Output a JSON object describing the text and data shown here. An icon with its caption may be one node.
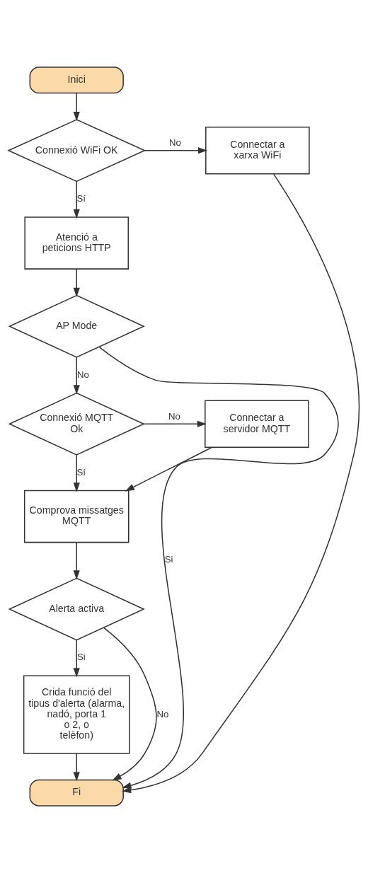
{
  "diagram": {
    "nodes": [
      {
        "text": [
          "Inici"
        ]
      },
      {
        "text": [
          "Connexió WiFi OK"
        ]
      },
      {
        "text": [
          "Connectar a xarxa WiFi"
        ]
      },
      {
        "text": [
          "Atenció a peticions HTTP"
        ]
      },
      {
        "text": [
          "AP Mode"
        ]
      },
      {
        "text": [
          "Connexió MQTT Ok"
        ]
      },
      {
        "text": [
          "Connectar a servidor MQTT"
        ]
      },
      {
        "text": [
          "Comprova missatges MQTT"
        ]
      },
      {
        "text": [
          "Alerta activa"
        ]
      },
      {
        "text": [
          "Crida funció del tipus d'alerta (alarma, nadó, porta 1 o 2, o telèfon)"
        ]
      },
      {
        "text": [
          "Fi"
        ]
      }
    ],
    "edges": [
      {
        "from": 0,
        "to": 1,
        "arrow": "to"
      },
      {
        "from": 1,
        "to": 2,
        "arrow": "to",
        "label": "No"
      },
      {
        "from": 2,
        "to": 10,
        "arrow": "to"
      },
      {
        "from": 1,
        "to": 3,
        "arrow": "to",
        "label": "Sí"
      },
      {
        "from": 3,
        "to": 4,
        "arrow": "to"
      },
      {
        "from": 4,
        "to": 10,
        "arrow": "to",
        "label": "Si"
      },
      {
        "from": 4,
        "to": 5,
        "arrow": "to",
        "label": "No"
      },
      {
        "from": 5,
        "to": 6,
        "arrow": "to",
        "label": "No"
      },
      {
        "from": 5,
        "to": 7,
        "arrow": "to",
        "label": "Sí"
      },
      {
        "from": 6,
        "to": 7,
        "arrow": "to"
      },
      {
        "from": 7,
        "to": 8,
        "arrow": "to"
      },
      {
        "from": 8,
        "to": 9,
        "arrow": "to",
        "label": "Si"
      },
      {
        "from": 8,
        "to": 10,
        "arrow": "to",
        "label": "No"
      },
      {
        "from": 9,
        "to": 10,
        "arrow": "to"
      }
    ]
  }
}
